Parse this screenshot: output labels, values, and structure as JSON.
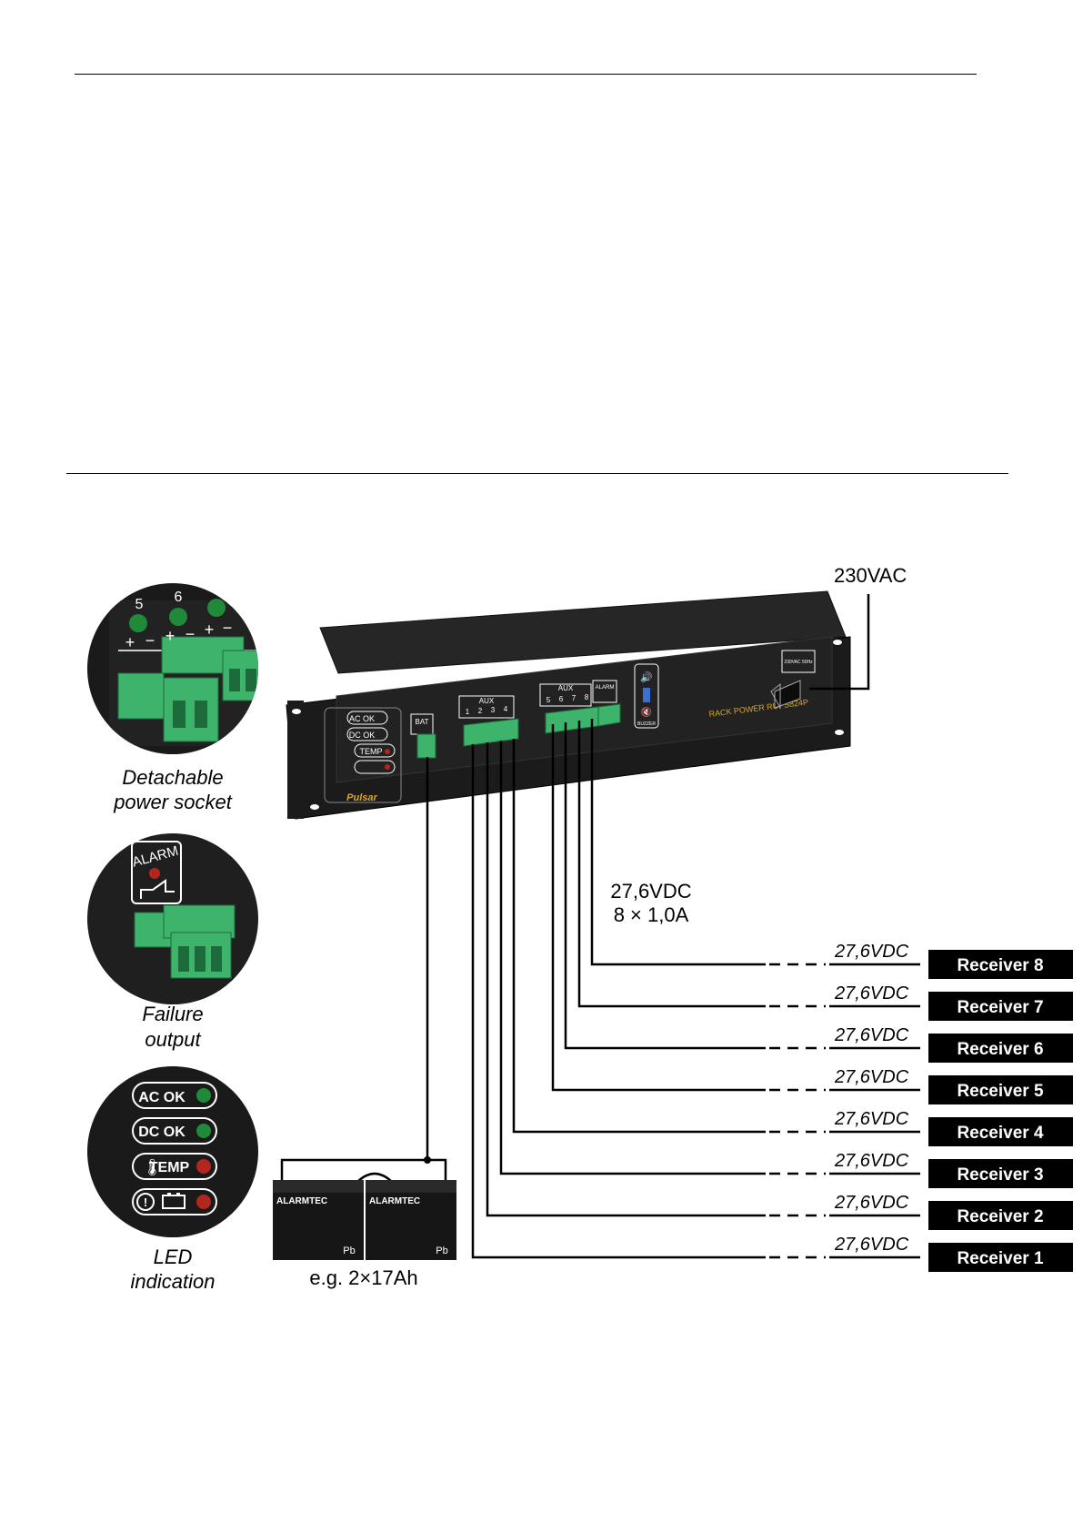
{
  "supply": {
    "label": "230VAC"
  },
  "output_spec": {
    "voltage": "27,6VDC",
    "current": "8 × 1,0A"
  },
  "battery": {
    "label": "e.g. 2×17Ah",
    "brand": "ALARMTEC",
    "symbol": "Pb"
  },
  "device": {
    "brand": "Pulsar",
    "model": "RACK POWER  RUPS824P",
    "connectors": {
      "bat": "BAT",
      "aux": "AUX",
      "alarm": "ALARM",
      "buzzer": "BUZZER"
    },
    "aux_left_numbers": [
      "1",
      "2",
      "3",
      "4"
    ],
    "aux_right_numbers": [
      "5",
      "6",
      "7",
      "8"
    ],
    "leds": [
      "AC OK",
      "DC OK",
      "TEMP",
      ""
    ],
    "inlet_label": "230VAC 50Hz"
  },
  "insets": [
    {
      "caption_line1": "Detachable",
      "caption_line2": "power socket",
      "numbers": [
        "5",
        "6"
      ],
      "polarity": [
        "+",
        "−",
        "+",
        "−",
        "+",
        "−"
      ]
    },
    {
      "caption_line1": "Failure",
      "caption_line2": "output",
      "label": "ALARM"
    },
    {
      "caption_line1": "LED",
      "caption_line2": "indication",
      "leds": [
        "AC OK",
        "DC OK",
        "TEMP",
        ""
      ]
    }
  ],
  "outputs": [
    {
      "voltage": "27,6VDC",
      "receiver": "Receiver 8"
    },
    {
      "voltage": "27,6VDC",
      "receiver": "Receiver 7"
    },
    {
      "voltage": "27,6VDC",
      "receiver": "Receiver 6"
    },
    {
      "voltage": "27,6VDC",
      "receiver": "Receiver 5"
    },
    {
      "voltage": "27,6VDC",
      "receiver": "Receiver 4"
    },
    {
      "voltage": "27,6VDC",
      "receiver": "Receiver 3"
    },
    {
      "voltage": "27,6VDC",
      "receiver": "Receiver 2"
    },
    {
      "voltage": "27,6VDC",
      "receiver": "Receiver 1"
    }
  ],
  "colors": {
    "terminal": "#3db36b",
    "led_green": "#1e8a3a",
    "led_red": "#b3261e",
    "device_body": "#1b1b1b",
    "receiver_box": "#000000"
  }
}
